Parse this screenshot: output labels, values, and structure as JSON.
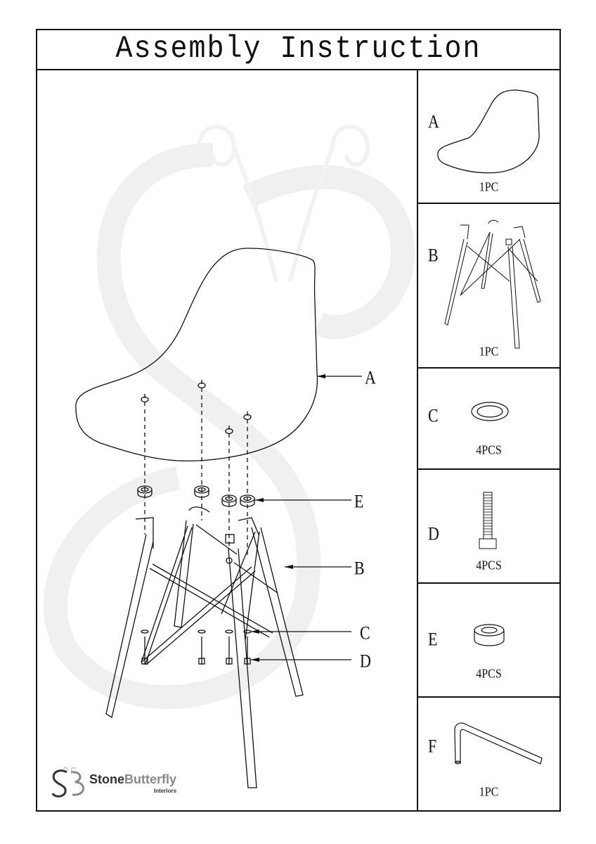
{
  "header": {
    "title": "Assembly Instruction"
  },
  "main_diagram": {
    "callouts": [
      {
        "letter": "A",
        "target": "seat shell"
      },
      {
        "letter": "E",
        "target": "spacer"
      },
      {
        "letter": "B",
        "target": "leg frame"
      },
      {
        "letter": "C",
        "target": "washer"
      },
      {
        "letter": "D",
        "target": "bolt"
      }
    ]
  },
  "parts": [
    {
      "letter": "A",
      "name": "seat-shell",
      "qty": "1PC"
    },
    {
      "letter": "B",
      "name": "leg-frame",
      "qty": "1PC"
    },
    {
      "letter": "C",
      "name": "washer",
      "qty": "4PCS"
    },
    {
      "letter": "D",
      "name": "bolt",
      "qty": "4PCS"
    },
    {
      "letter": "E",
      "name": "spacer",
      "qty": "4PCS"
    },
    {
      "letter": "F",
      "name": "allen-key",
      "qty": "1PC"
    }
  ],
  "logo": {
    "monogram": "SB",
    "brand_part1": "Stone",
    "brand_part2": "Butterfly",
    "subtitle": "Interiors"
  },
  "colors": {
    "line": "#111111",
    "watermark": "#efefef",
    "logo_dark": "#333333",
    "logo_light": "#888888"
  }
}
